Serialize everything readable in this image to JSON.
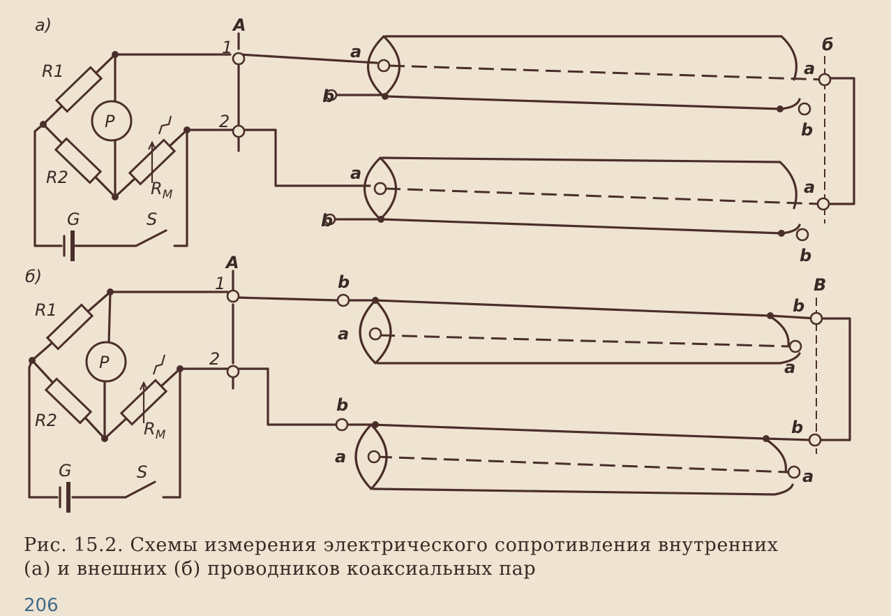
{
  "diagram_a": {
    "panel_label": "а)",
    "point_A": "А",
    "point_B": "б",
    "node_1": "1",
    "node_2": "2",
    "r1": "R1",
    "r2": "R2",
    "p": "P",
    "rm": "R",
    "rm_sub": "M",
    "g": "G",
    "s": "S",
    "a": "a",
    "b": "b"
  },
  "diagram_b": {
    "panel_label": "б)",
    "point_A": "А",
    "point_B": "В",
    "node_1": "1",
    "node_2": "2",
    "r1": "R1",
    "r2": "R2",
    "p": "P",
    "rm": "R",
    "rm_sub": "M",
    "g": "G",
    "s": "S",
    "a": "a",
    "b": "b"
  },
  "caption": {
    "line1": "Рис. 15.2. Схемы измерения электрического сопротивления внутренних",
    "line2": "(а) и внешних (б) проводников коаксиальных пар"
  },
  "page_number": "206"
}
